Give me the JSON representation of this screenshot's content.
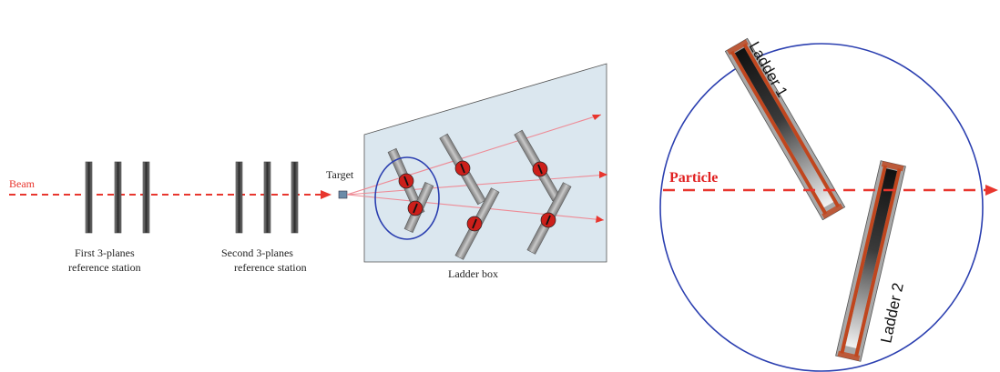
{
  "labels": {
    "beam": "Beam",
    "first_station": [
      "First 3-planes",
      "reference station"
    ],
    "second_station": [
      "Second 3-planes",
      "reference station"
    ],
    "target": "Target",
    "ladder_box": "Ladder box",
    "particle": "Particle",
    "ladder1": "Ladder 1",
    "ladder2": "Ladder 2"
  },
  "colors": {
    "beam": "#e8362e",
    "particle_text": "#e02020",
    "circle": "#2b3fb0",
    "ladder_box_fill": "#dbe7ef",
    "scatter_lines": "#ee8a95",
    "red_marker": "#cc1f1a",
    "copper": "#c0461e"
  }
}
